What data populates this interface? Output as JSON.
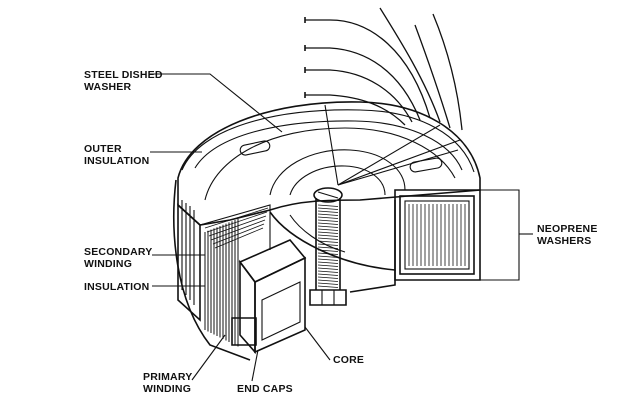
{
  "labels": {
    "steel_dished_washer": [
      "STEEL DISHED",
      "WASHER"
    ],
    "outer_insulation": [
      "OUTER",
      "INSULATION"
    ],
    "secondary_winding": [
      "SECONDARY",
      "WINDING"
    ],
    "insulation": [
      "INSULATION"
    ],
    "primary_winding": [
      "PRIMARY",
      "WINDING"
    ],
    "end_caps": [
      "END CAPS"
    ],
    "core": [
      "CORE"
    ],
    "neoprene_washers": [
      "NEOPRENE",
      "WASHERS"
    ]
  },
  "colors": {
    "ink": "#111111",
    "background": "#ffffff"
  }
}
